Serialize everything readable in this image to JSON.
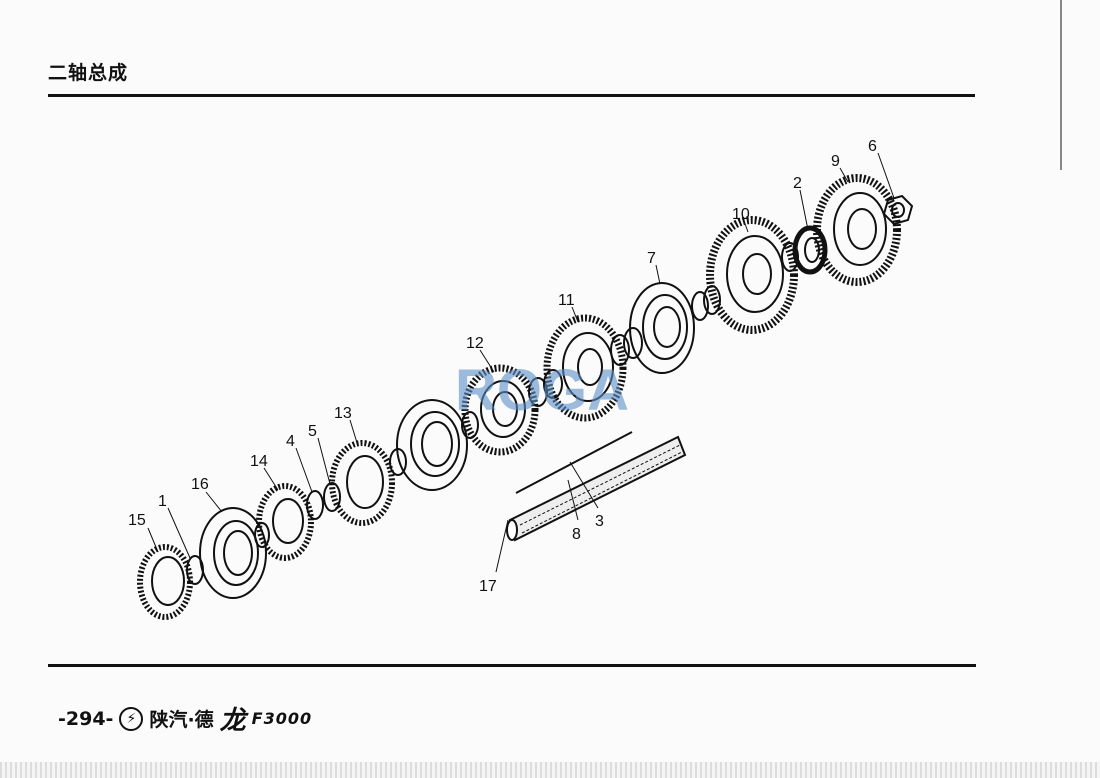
{
  "header": {
    "title": "二轴总成"
  },
  "footer": {
    "page": "-294-",
    "logo_symbol": "⚡",
    "brand": "陕汽·德",
    "brand_script": "龙",
    "model": "F3000"
  },
  "watermark": "ROGA",
  "callouts": [
    "15",
    "1",
    "16",
    "14",
    "4",
    "5",
    "13",
    "12",
    "11",
    "7",
    "10",
    "2",
    "9",
    "6",
    "3",
    "8",
    "17"
  ]
}
